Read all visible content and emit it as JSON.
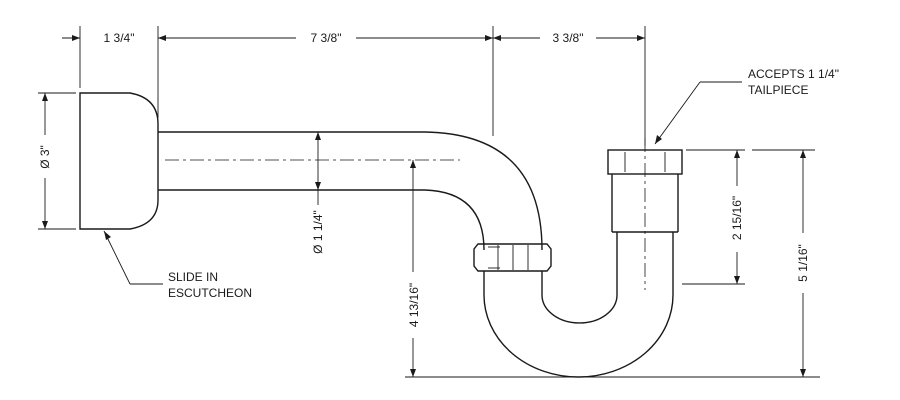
{
  "dimensions": {
    "escutcheon_length": "1 3/4\"",
    "arm_length": "7 3/8\"",
    "trap_width": "3 3/8\"",
    "escutcheon_diameter": "Ø 3\"",
    "pipe_diameter": "Ø 1 1/4\"",
    "arm_to_bottom": "4 13/16\"",
    "tailpiece_to_bend": "2 15/16\"",
    "overall_height": "5 1/16\""
  },
  "callouts": {
    "tailpiece_line1": "ACCEPTS 1 1/4\"",
    "tailpiece_line2": "TAILPIECE",
    "escutcheon_line1": "SLIDE IN",
    "escutcheon_line2": "ESCUTCHEON"
  }
}
